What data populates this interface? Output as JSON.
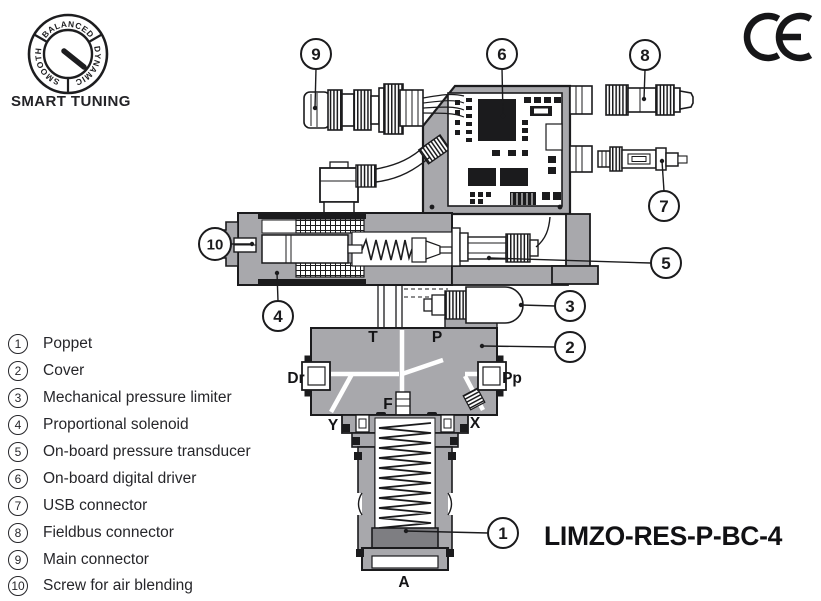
{
  "dial": {
    "labels": {
      "top": "BALANCED",
      "right": "DYNAMIC",
      "left": "SMOOTH"
    },
    "caption": "SMART TUNING"
  },
  "certification": {
    "mark": "CE"
  },
  "legend": {
    "items": [
      {
        "num": "1",
        "label": "Poppet"
      },
      {
        "num": "2",
        "label": "Cover"
      },
      {
        "num": "3",
        "label": "Mechanical pressure limiter"
      },
      {
        "num": "4",
        "label": "Proportional solenoid"
      },
      {
        "num": "5",
        "label": "On-board pressure transducer"
      },
      {
        "num": "6",
        "label": "On-board digital driver"
      },
      {
        "num": "7",
        "label": "USB connector"
      },
      {
        "num": "8",
        "label": "Fieldbus connector"
      },
      {
        "num": "9",
        "label": "Main connector"
      },
      {
        "num": "10",
        "label": "Screw for air blending"
      }
    ]
  },
  "callouts": {
    "c1": "1",
    "c2": "2",
    "c3": "3",
    "c4": "4",
    "c5": "5",
    "c6": "6",
    "c7": "7",
    "c8": "8",
    "c9": "9",
    "c10": "10"
  },
  "ports": {
    "t": "T",
    "p": "P",
    "dr": "Dr",
    "pp": "Pp",
    "f": "F",
    "y": "Y",
    "x": "X",
    "a": "A"
  },
  "model": {
    "title": "LIMZO-RES-P-BC-4"
  },
  "colors": {
    "body_gray": "#a8a8ac",
    "dark_gray": "#7e7e82",
    "line": "#1b1b1d"
  }
}
